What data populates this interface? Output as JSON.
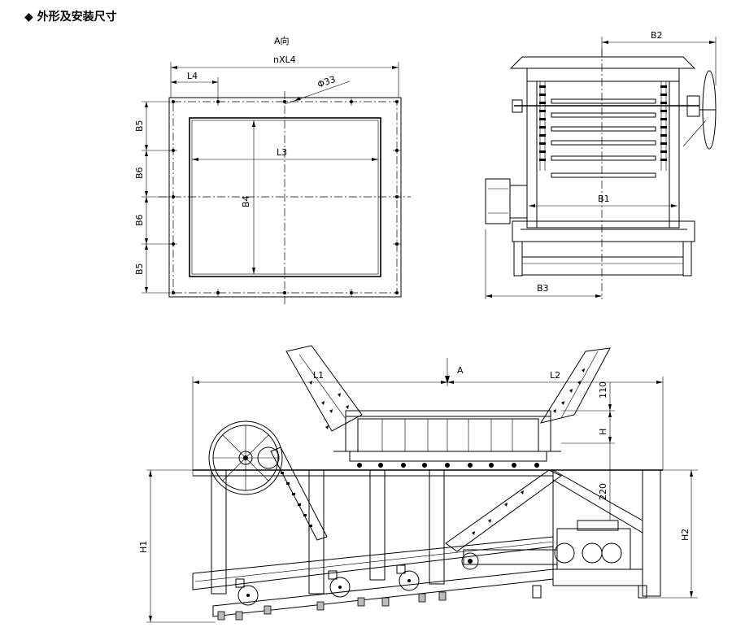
{
  "heading": "◆ 外形及安装尺寸",
  "labels": {
    "a_view": "A向",
    "nxl4": "nXL4",
    "l4": "L4",
    "phi33": "Φ33",
    "l3": "L3",
    "b4": "B4",
    "b5_top": "B5",
    "b6_top": "B6",
    "b6_bot": "B6",
    "b5_bot": "B5",
    "b2": "B2",
    "b1": "B1",
    "b3": "B3",
    "l1": "L1",
    "l2": "L2",
    "a_arrow": "A",
    "d110": "110",
    "h": "H",
    "d220": "220",
    "h1": "H1",
    "h2": "H2"
  }
}
